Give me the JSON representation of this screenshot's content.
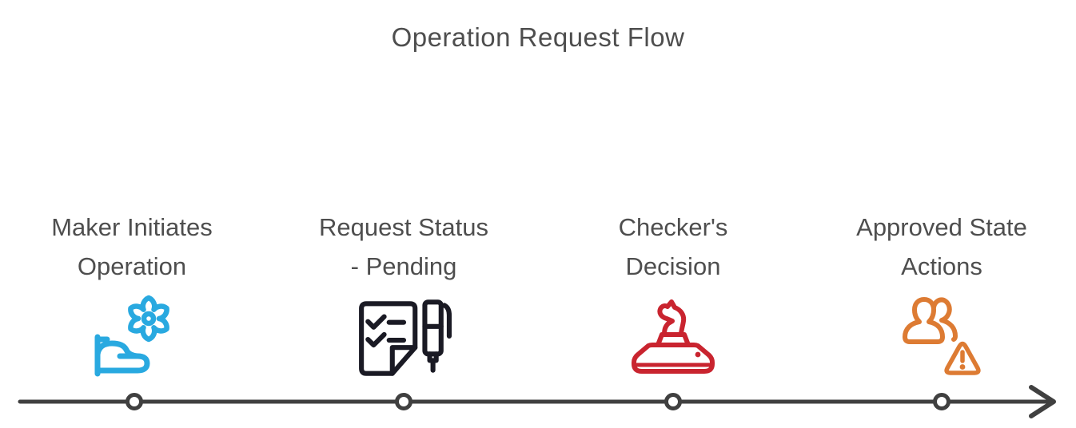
{
  "title": "Operation Request Flow",
  "steps": [
    {
      "line1": "Maker Initiates",
      "line2": "Operation",
      "icon": "gear-hand-icon",
      "color": "#29a9e0"
    },
    {
      "line1": "Request Status",
      "line2": "- Pending",
      "icon": "checklist-pen-icon",
      "color": "#1a1a24"
    },
    {
      "line1": "Checker's",
      "line2": "Decision",
      "icon": "chess-knight-icon",
      "color": "#c9242f"
    },
    {
      "line1": "Approved State",
      "line2": "Actions",
      "icon": "users-warning-icon",
      "color": "#dd7b33"
    }
  ],
  "colors": {
    "text": "#4e4e4e",
    "timeline": "#404040",
    "step1": "#29a9e0",
    "step2": "#1a1a24",
    "step3": "#c9242f",
    "step4": "#dd7b33",
    "background": "#ffffff"
  }
}
